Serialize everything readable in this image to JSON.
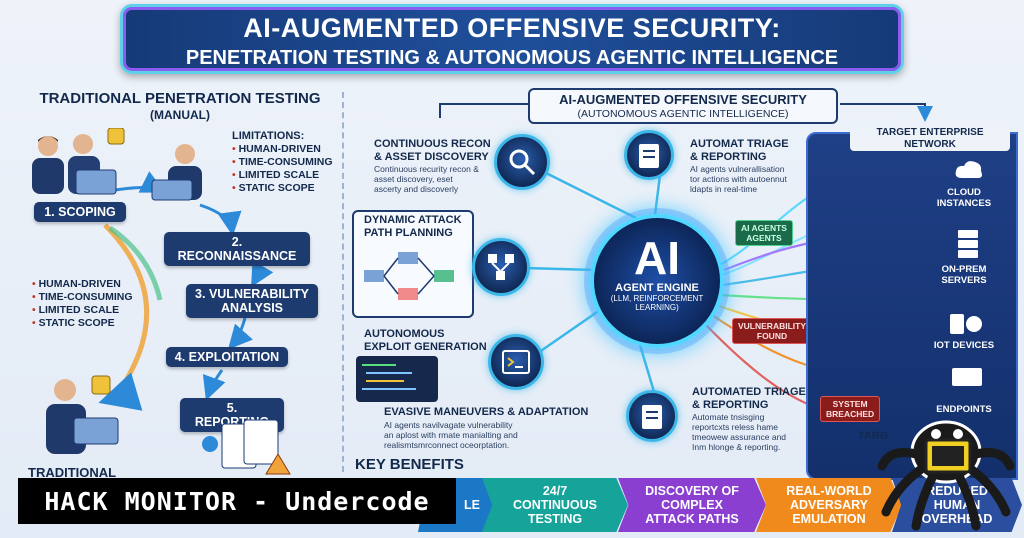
{
  "title": {
    "line1": "AI-AUGMENTED OFFENSIVE SECURITY:",
    "line2": "PENETRATION TESTING & AUTONOMOUS AGENTIC INTELLIGENCE"
  },
  "traditional": {
    "heading": "TRADITIONAL PENETRATION TESTING",
    "subheading": "(MANUAL)",
    "limitations_title": "LIMITATIONS:",
    "limitations": [
      "HUMAN-DRIVEN",
      "TIME-CONSUMING",
      "LIMITED SCALE",
      "STATIC SCOPE"
    ],
    "side_list": [
      "HUMAN-DRIVEN",
      "TIME-CONSUMING",
      "LIMITED SCALE",
      "STATIC SCOPE"
    ],
    "steps": [
      "1. SCOPING",
      "2. RECONNAISSANCE",
      "3. VULNERABILITY\nANALYSIS",
      "4. EXPLOITATION",
      "5. REPORTING"
    ],
    "footer": "TRADITIONAL"
  },
  "ai_section": {
    "heading": "AI-AUGMENTED OFFENSIVE SECURITY",
    "subheading": "(AUTONOMOUS AGENTIC INTELLIGENCE)",
    "features": [
      {
        "title": "CONTINUOUS RECON\n& ASSET DISCOVERY",
        "desc": "Continuous recurity recon &\nasset discovery, eset\nascerty and discoverly"
      },
      {
        "title": "AUTOMAT TRIAGE\n& REPORTING",
        "desc": "AI agents vulnerallisation\ntor actions with autoennut\nldapts in real-time"
      },
      {
        "title": "DYNAMIC ATTACK\nPATH PLANNING",
        "desc": ""
      },
      {
        "title": "AUTONOMOUS\nEXPLOIT GENERATION",
        "desc": ""
      },
      {
        "title": "AUTOMATED TRIAGE\n& REPORTING",
        "desc": "Automate tnsisging\nreportcxts reless hame\ntmeowew assurance and\nInm hlonge & reporting."
      },
      {
        "title": "EVASIVE MANEUVERS & ADAPTATION",
        "desc": "AI agents navilvagate vulnerability\nan aplost with rmate manialting and\nrealismtsmrconnect oceorptation."
      }
    ],
    "core": {
      "big": "AI",
      "engine": "AGENT ENGINE",
      "sub": "(LLM, REINFORCEMENT\nLEARNING)"
    },
    "tags": {
      "agents": "AI AGENTS\nAGENTS",
      "vuln": "VULNERABILITY\nFOUND",
      "breach": "SYSTEM\nBREACHED"
    }
  },
  "target": {
    "title": "TARGET ENTERPRISE\nNETWORK",
    "items": [
      "CLOUD\nINSTANCES",
      "ON-PREM\nSERVERS",
      "IOT DEVICES",
      "ENDPOINTS"
    ],
    "partial": "TARG"
  },
  "benefits": {
    "title": "KEY BENEFITS",
    "items": [
      "24/7\nCONTINUOUS\nTESTING",
      "DISCOVERY OF\nCOMPLEX\nATTACK PATHS",
      "REAL-WORLD\nADVERSARY\nEMULATION",
      "REDUCED\nHUMAN\nOVERHEAD"
    ],
    "partial": "LE"
  },
  "watermark": "HACK MONITOR - Undercode",
  "colors": {
    "navy": "#1d3b6f",
    "cyan": "#3ab7e8",
    "benefit_blue": "#1b78c7",
    "benefit_teal": "#16a39a",
    "benefit_purple": "#8a3fd1",
    "benefit_orange": "#f08a1c",
    "benefit_navy": "#2b4f9e"
  }
}
